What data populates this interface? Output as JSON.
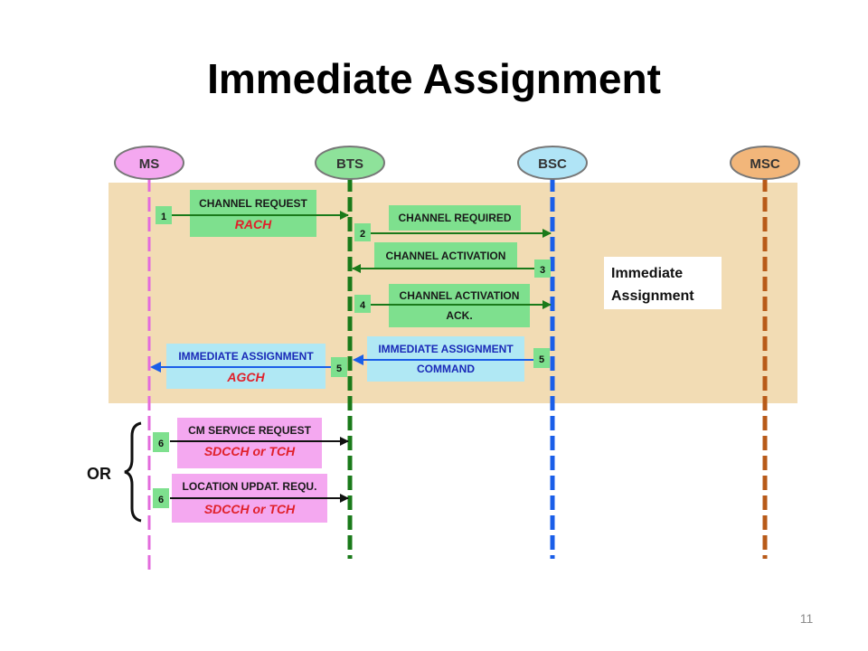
{
  "title": "Immediate Assignment",
  "page_number": "11",
  "entities": [
    "MS",
    "BTS",
    "BSC",
    "MSC"
  ],
  "colors": {
    "ms": "#e36cdc",
    "bts": "#1a7a1a",
    "bsc": "#1a5ee8",
    "msc": "#b85a18",
    "shaded_region": "#f2dcb4",
    "green_box": "#7ee08e",
    "blue_box": "#b0e8f4",
    "pink_box": "#f4a8f0",
    "red_text": "#e0202a",
    "blue_text": "#1a2ab8"
  },
  "region_label": {
    "line1": "Immediate",
    "line2": "Assignment"
  },
  "messages": [
    {
      "step": "1",
      "line1": "CHANNEL REQUEST",
      "line2": "RACH"
    },
    {
      "step": "2",
      "line1": "CHANNEL REQUIRED",
      "line2": ""
    },
    {
      "step": "3",
      "line1": "CHANNEL ACTIVATION",
      "line2": ""
    },
    {
      "step": "4",
      "line1": "CHANNEL ACTIVATION",
      "line2": "ACK."
    },
    {
      "step": "5",
      "line1": "IMMEDIATE ASSIGNMENT",
      "line2": "COMMAND"
    },
    {
      "step": "5",
      "line1": "IMMEDIATE ASSIGNMENT",
      "line2": "AGCH"
    },
    {
      "step": "6",
      "line1": "CM SERVICE REQUEST",
      "line2": "SDCCH or TCH"
    },
    {
      "step": "6",
      "line1": "LOCATION UPDAT. REQU.",
      "line2": "SDCCH or TCH"
    }
  ],
  "or_label": "OR"
}
